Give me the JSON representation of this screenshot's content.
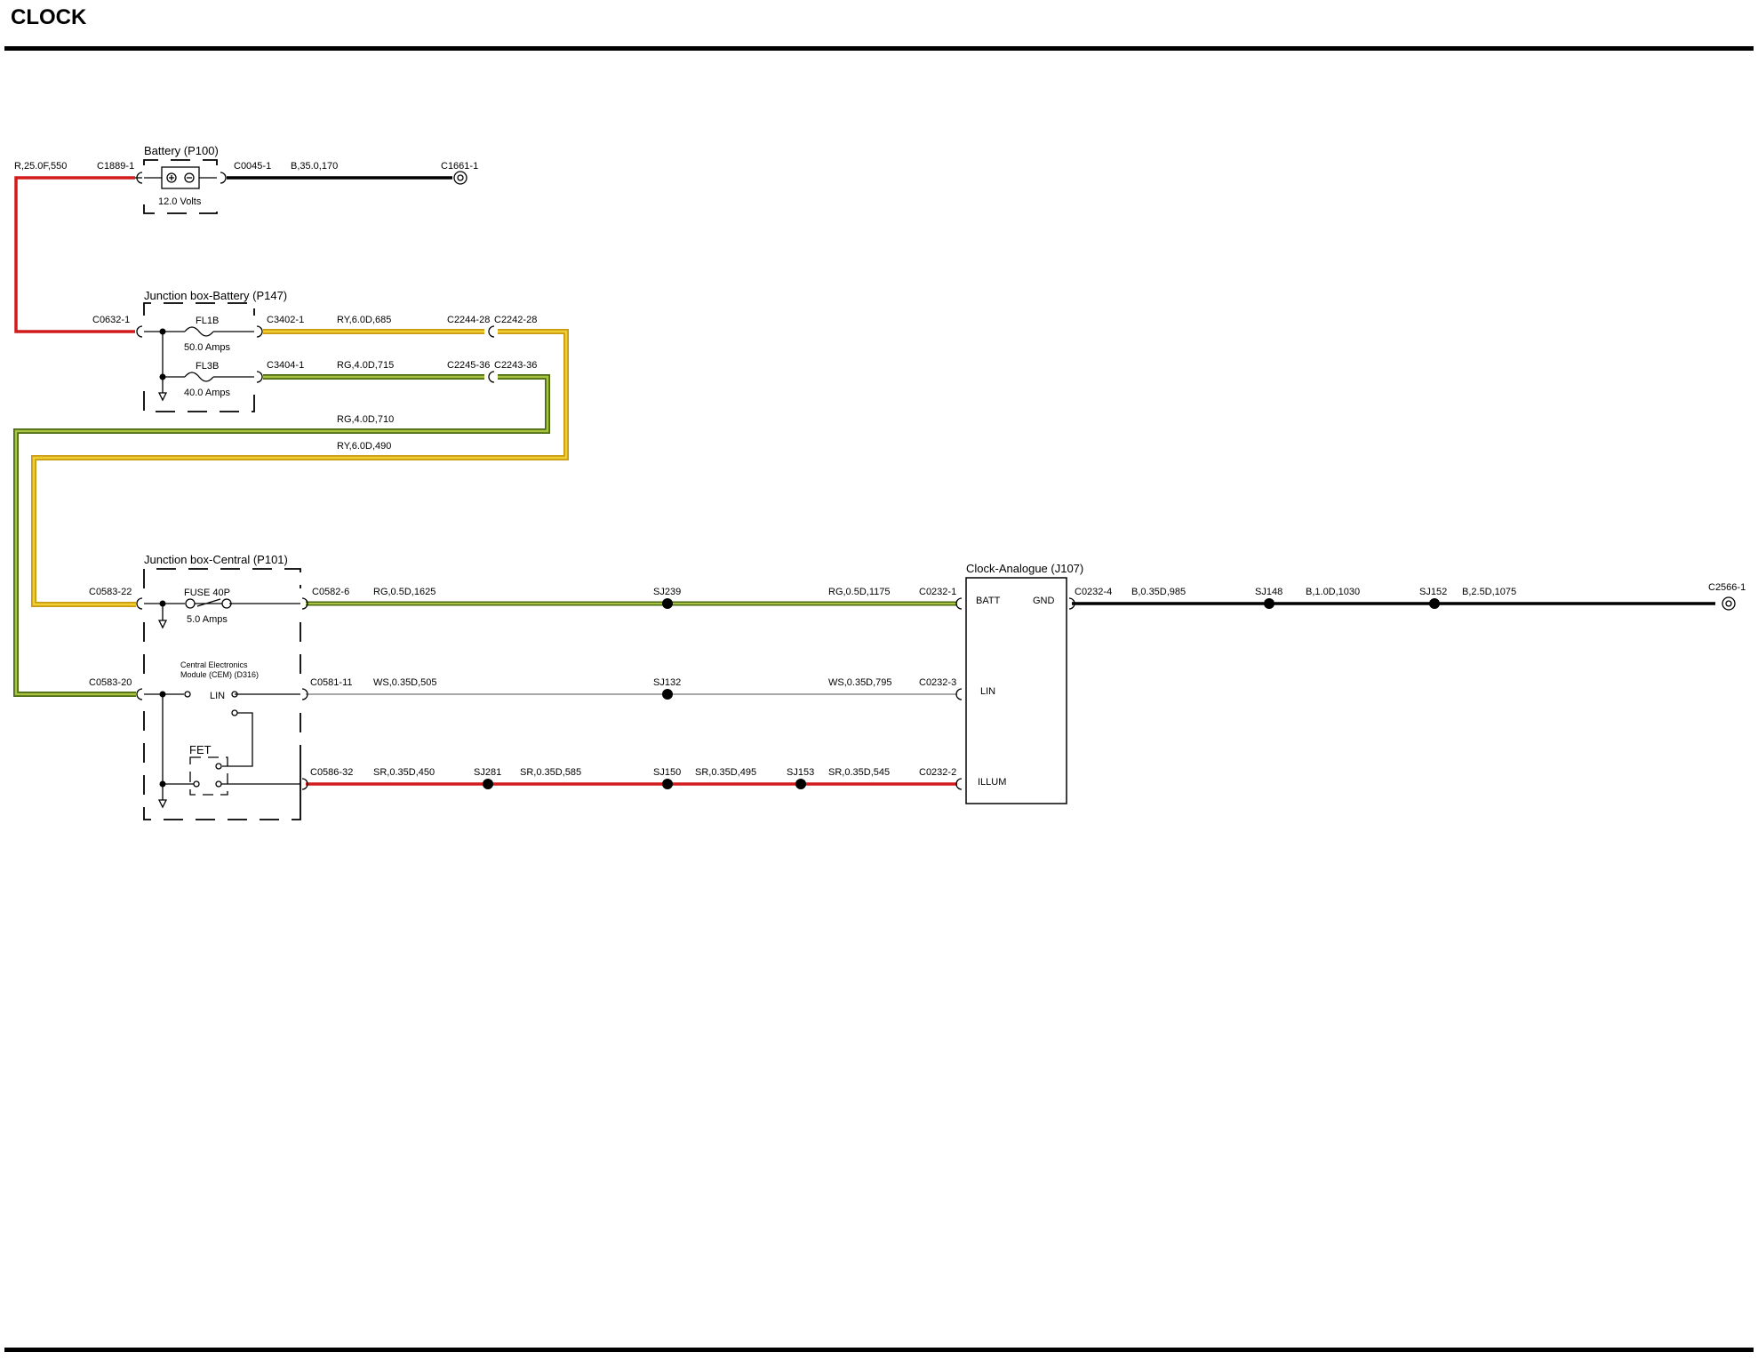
{
  "title": "CLOCK",
  "colors": {
    "red": "#d21c1c",
    "black": "#000000",
    "ry_outer": "#c99a12",
    "ry_inner": "#f0d030",
    "rg_outer": "#4a6a12",
    "rg_inner": "#a9c23f",
    "ws": "#a8a8a8"
  },
  "components": {
    "battery": {
      "name": "Battery (P100)",
      "voltage": "12.0 Volts"
    },
    "jb_battery": {
      "name": "Junction box-Battery (P147)",
      "fuse1": "FL1B",
      "fuse1_rating": "50.0 Amps",
      "fuse2": "FL3B",
      "fuse2_rating": "40.0 Amps"
    },
    "jb_central": {
      "name": "Junction box-Central (P101)",
      "fuse": "FUSE 40P",
      "fuse_rating": "5.0 Amps",
      "cem_line1": "Central Electronics",
      "cem_line2": "Module (CEM) (D316)",
      "lin": "LIN",
      "fet": "FET"
    },
    "clock": {
      "name": "Clock-Analogue (J107)",
      "pin_batt": "BATT",
      "pin_gnd": "GND",
      "pin_lin": "LIN",
      "pin_illum": "ILLUM"
    }
  },
  "connectors": {
    "c1889_1": "C1889-1",
    "c0045_1": "C0045-1",
    "c1661_1": "C1661-1",
    "c0632_1": "C0632-1",
    "c3402_1": "C3402-1",
    "c3404_1": "C3404-1",
    "c2244_28": "C2244-28",
    "c2242_28": "C2242-28",
    "c2245_36": "C2245-36",
    "c2243_36": "C2243-36",
    "c0583_22": "C0583-22",
    "c0583_20": "C0583-20",
    "c0582_6": "C0582-6",
    "c0581_11": "C0581-11",
    "c0586_32": "C0586-32",
    "c0232_1": "C0232-1",
    "c0232_3": "C0232-3",
    "c0232_2": "C0232-2",
    "c0232_4": "C0232-4",
    "c2566_1": "C2566-1"
  },
  "splices": {
    "sj239": "SJ239",
    "sj132": "SJ132",
    "sj281": "SJ281",
    "sj150": "SJ150",
    "sj153": "SJ153",
    "sj148": "SJ148",
    "sj152": "SJ152"
  },
  "wires": {
    "w_r_550": "R,25.0F,550",
    "w_b_170": "B,35.0,170",
    "w_ry_685": "RY,6.0D,685",
    "w_rg_715": "RG,4.0D,715",
    "w_rg_710": "RG,4.0D,710",
    "w_ry_490": "RY,6.0D,490",
    "w_rg_1625": "RG,0.5D,1625",
    "w_rg_1175": "RG,0.5D,1175",
    "w_ws_505": "WS,0.35D,505",
    "w_ws_795": "WS,0.35D,795",
    "w_sr_450": "SR,0.35D,450",
    "w_sr_585": "SR,0.35D,585",
    "w_sr_495": "SR,0.35D,495",
    "w_sr_545": "SR,0.35D,545",
    "w_b_985": "B,0.35D,985",
    "w_b_1030": "B,1.0D,1030",
    "w_b_1075": "B,2.5D,1075"
  }
}
